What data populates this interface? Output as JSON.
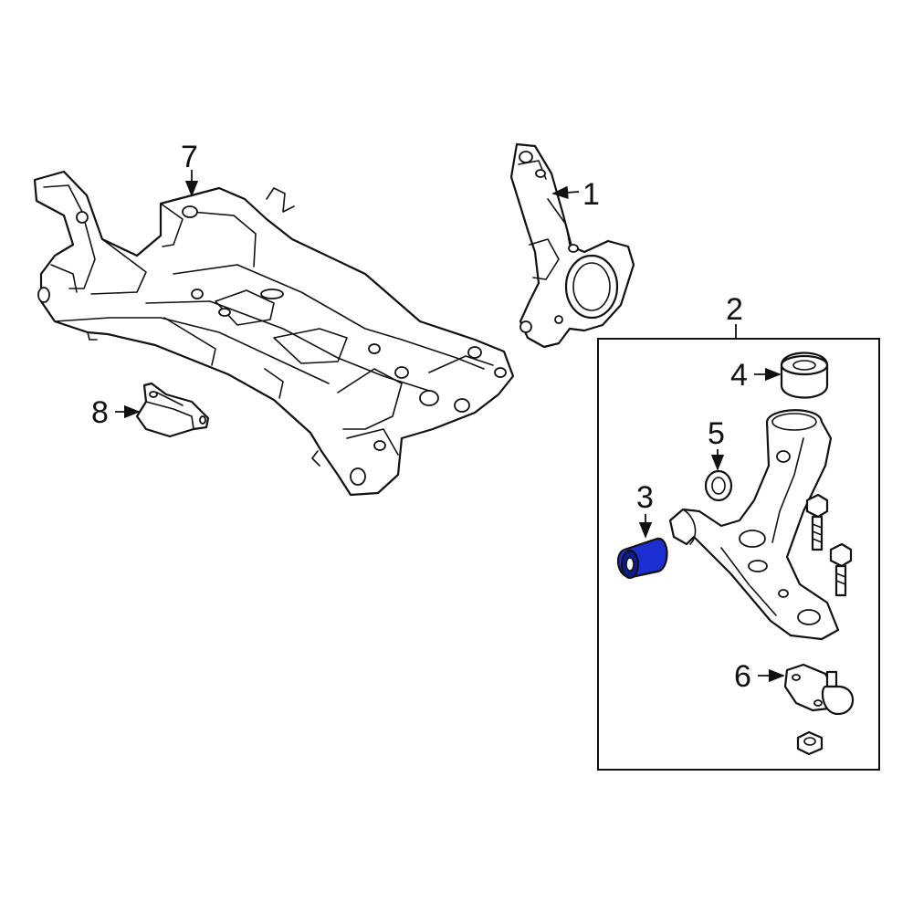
{
  "callouts": {
    "part_1": "1",
    "part_2": "2",
    "part_3": "3",
    "part_4": "4",
    "part_5": "5",
    "part_6": "6",
    "part_7": "7",
    "part_8": "8"
  },
  "colors": {
    "line": "#111111",
    "background": "#ffffff",
    "highlight_fill": "#1c2fd0",
    "highlight_shade": "#0d1a8c"
  }
}
